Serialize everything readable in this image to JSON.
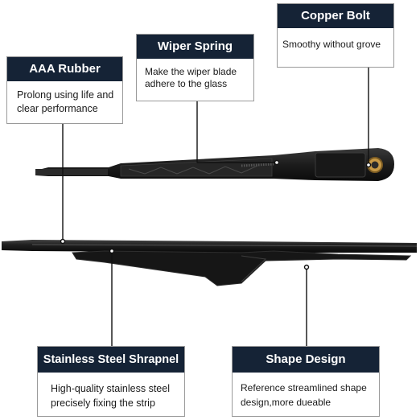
{
  "callouts": {
    "rubber": {
      "title": "AAA Rubber",
      "line1": "Prolong using life and",
      "line2": "clear performance"
    },
    "spring": {
      "title": "Wiper Spring",
      "line1": "Make the wiper blade",
      "line2": "adhere to the glass"
    },
    "bolt": {
      "title": "Copper Bolt",
      "line1": "Smoothy without grove"
    },
    "steel": {
      "title": "Stainless Steel Shrapnel",
      "line1": "High-quality stainless steel",
      "line2": "precisely fixing the strip"
    },
    "shape": {
      "title": "Shape Design",
      "line1": "Reference streamlined shape",
      "line2": "design,more dueable"
    }
  },
  "colors": {
    "header_bg": "#152336",
    "header_text": "#ffffff",
    "product": "#1e1e1e",
    "leader": "#111111",
    "copper": "#c89a46"
  },
  "icons": [
    "wiper-arm-image",
    "wiper-blade-image"
  ]
}
